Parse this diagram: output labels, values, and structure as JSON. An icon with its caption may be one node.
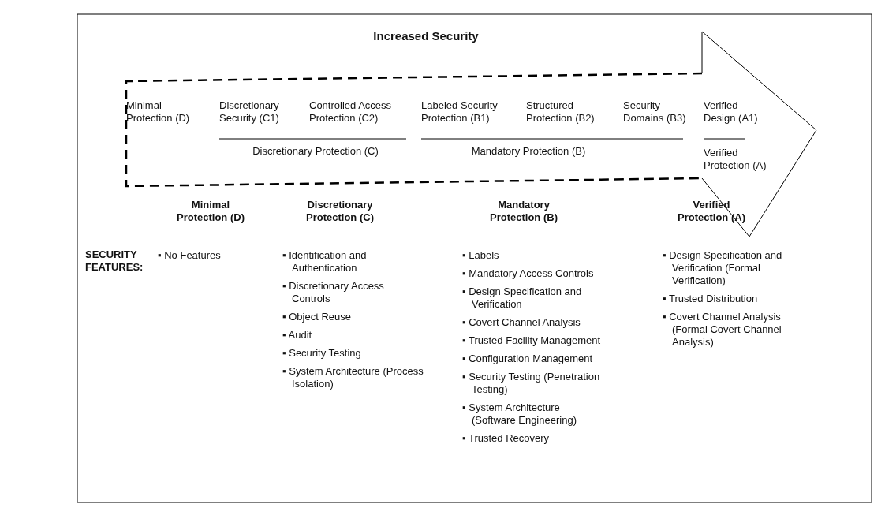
{
  "diagram": {
    "title": "Increased Security",
    "labels": [
      "Minimal Protection (D)",
      "Discretionary Security (C1)",
      "Controlled Access Protection (C2)",
      "Labeled Security Protection (B1)",
      "Structured Protection (B2)",
      "Security Domains (B3)",
      "Verified Design (A1)",
      "Discretionary Protection (C)",
      "Mandatory Protection (B)",
      "Verified Protection (A)",
      "Minimal Protection (D)",
      "Discretionary Protection (C)",
      "Mandatory Protection (B)",
      "Verified Protection (A)",
      "SECURITY FEATURES:",
      "▪ No Features",
      "▪ Identification and Authentication",
      "▪ Discretionary Access Controls",
      "▪ Object Reuse",
      "▪ Audit",
      "▪ Security Testing",
      "▪ System Architecture (Process Isolation)",
      "▪ Labels",
      "▪ Mandatory Access Controls",
      "▪ Design Specification and Verification",
      "▪ Covert Channel Analysis",
      "▪ Trusted Facility Management",
      "▪ Configuration Management",
      "▪ Security Testing (Penetration Testing)",
      "▪ System Architecture (Software Engineering)",
      "▪ Trusted Recovery",
      "▪ Design Specification and Verification (Formal Verification)",
      "▪ Trusted Distribution",
      "▪ Covert Channel Analysis (Formal Covert Channel Analysis)"
    ]
  }
}
